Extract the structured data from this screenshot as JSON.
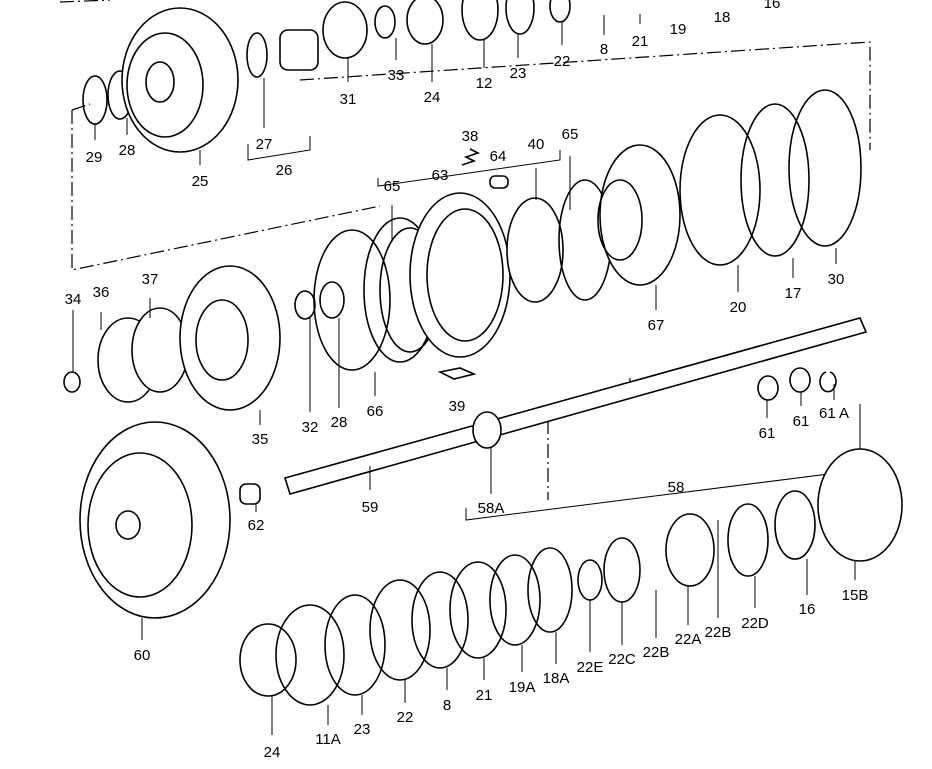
{
  "diagram": {
    "title": "Automatic transmission exploded parts diagram",
    "labels": {
      "top_row": [
        "19",
        "18",
        "16",
        "21",
        "8",
        "22",
        "23",
        "12",
        "24",
        "33",
        "31",
        "27",
        "26",
        "29",
        "28",
        "25"
      ],
      "middle_row": [
        "38",
        "63",
        "64",
        "40",
        "65",
        "65",
        "67",
        "20",
        "17",
        "30"
      ],
      "left_group": [
        "34",
        "36",
        "37",
        "35",
        "32",
        "28",
        "66",
        "39"
      ],
      "shaft_group": [
        "61",
        "61",
        "61 A",
        "58",
        "58A",
        "59",
        "62",
        "60"
      ],
      "bottom_row": [
        "24",
        "11A",
        "23",
        "22",
        "8",
        "21",
        "19A",
        "18A",
        "22E",
        "22C",
        "22B",
        "22A",
        "22B",
        "22D",
        "16",
        "15B"
      ]
    }
  }
}
